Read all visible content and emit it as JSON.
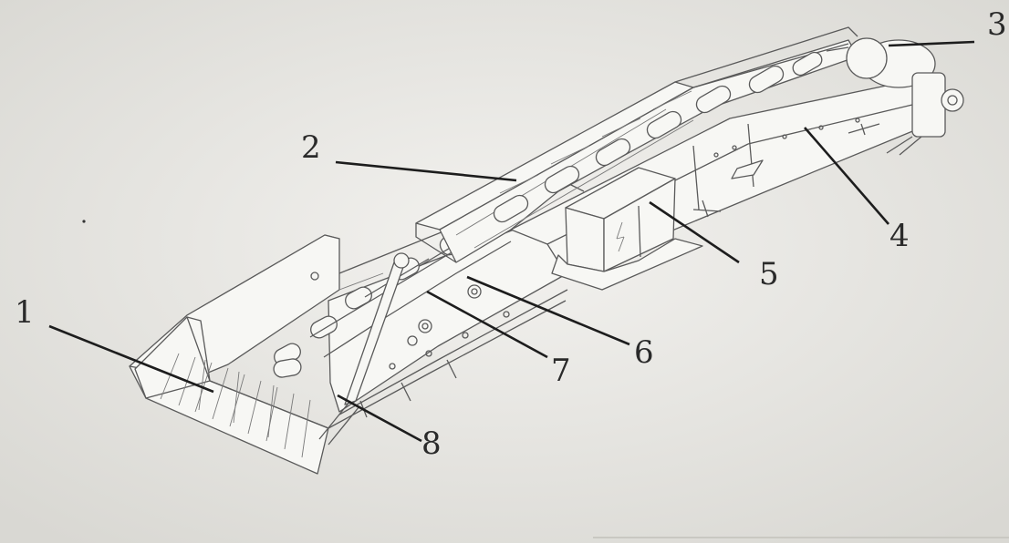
{
  "labels": [
    {
      "id": "1",
      "text": "1"
    },
    {
      "id": "2",
      "text": "2"
    },
    {
      "id": "3",
      "text": "3"
    },
    {
      "id": "4",
      "text": "4"
    },
    {
      "id": "5",
      "text": "5"
    },
    {
      "id": "6",
      "text": "6"
    },
    {
      "id": "7",
      "text": "7"
    },
    {
      "id": "8",
      "text": "8"
    }
  ],
  "colors": {
    "paper": "#e9e8e4",
    "line_art": "#5a5a5a",
    "leader": "#1d1d1d",
    "label_text": "#2a2a2a"
  }
}
